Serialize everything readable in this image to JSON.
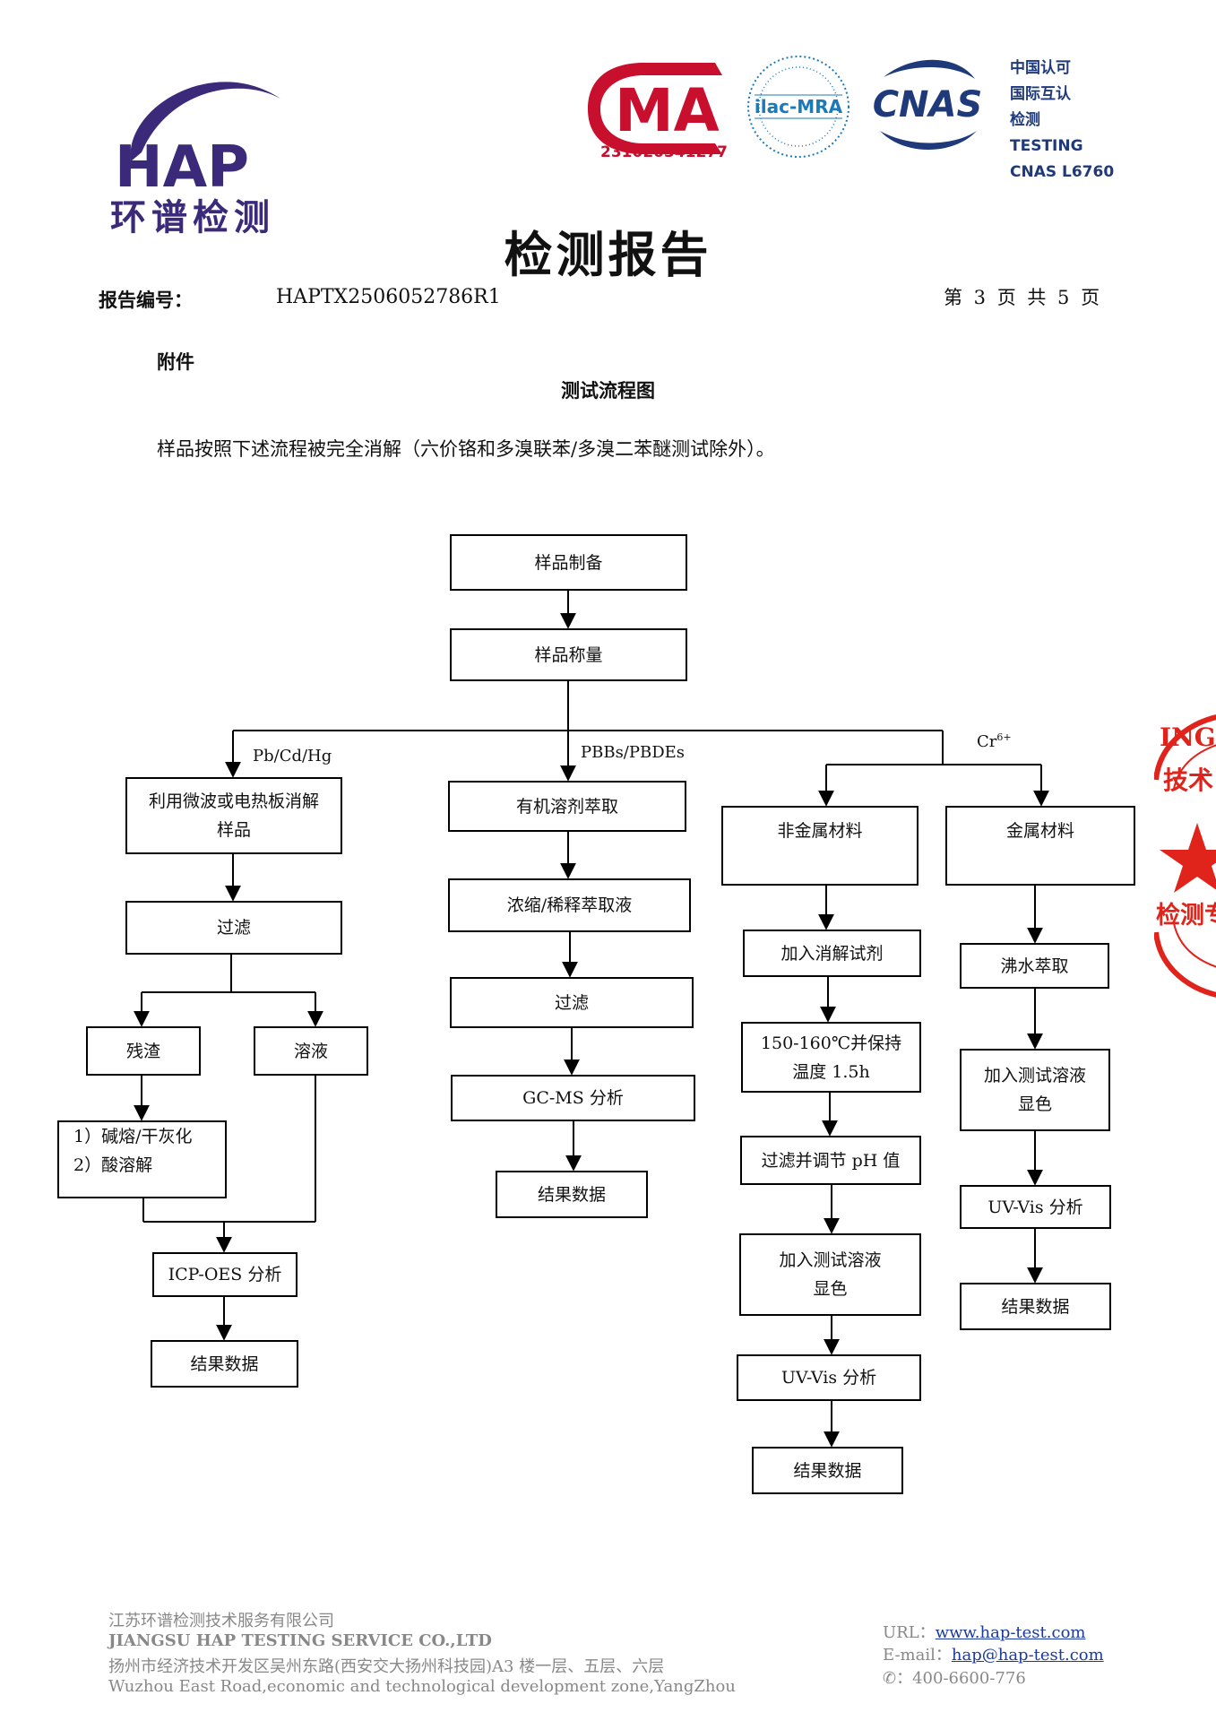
{
  "header": {
    "logo_text": "HAP",
    "logo_cn": "环谱检测",
    "cma_text": "MA",
    "cma_number": "231020341277",
    "ilac_text": "ilac-MRA",
    "cnas_text": "CNAS",
    "cert_lines": [
      "中国认可",
      "国际互认",
      "检测",
      "TESTING",
      "CNAS L6760"
    ],
    "title": "检测报告",
    "report_label": "报告编号：",
    "report_no": "HAPTX2506052786R1",
    "page_info": "第 3 页 共 5 页"
  },
  "section": {
    "appendix": "附件",
    "flow_title": "测试流程图",
    "intro": "样品按照下述流程被完全消解（六价铬和多溴联苯/多溴二苯醚测试除外）。"
  },
  "flow": {
    "prep": "样品制备",
    "weigh": "样品称量",
    "branch1_label": "Pb/Cd/Hg",
    "branch2_label": "PBBs/PBDEs",
    "branch3_label": "Cr",
    "branch3_sup": "6+",
    "b1": {
      "digest_l1": "利用微波或电热板消解",
      "digest_l2": "样品",
      "filter": "过滤",
      "residue": "残渣",
      "solution": "溶液",
      "step_l1": "1）碱熔/干灰化",
      "step_l2": "2）酸溶解",
      "icp": "ICP-OES 分析",
      "result": "结果数据"
    },
    "b2": {
      "extract": "有机溶剂萃取",
      "concentrate": "浓缩/稀释萃取液",
      "filter": "过滤",
      "gcms": "GC-MS 分析",
      "result": "结果数据"
    },
    "b3": {
      "nonmetal": "非金属材料",
      "add_reagent": "加入消解试剂",
      "heat_l1": "150-160℃并保持",
      "heat_l2": "温度 1.5h",
      "filter_ph": "过滤并调节 pH 值",
      "color_l1": "加入测试溶液",
      "color_l2": "显色",
      "uvvis": "UV-Vis 分析",
      "result": "结果数据"
    },
    "b4": {
      "metal": "金属材料",
      "boil": "沸水萃取",
      "color_l1": "加入测试溶液",
      "color_l2": "显色",
      "uvvis": "UV-Vis 分析",
      "result": "结果数据"
    }
  },
  "stamp": {
    "line1": "ING",
    "line2": "技术",
    "line3": "检测专"
  },
  "footer": {
    "company_cn": "江苏环谱检测技术服务有限公司",
    "company_en": "JIANGSU HAP TESTING SERVICE CO.,LTD",
    "address_cn": "扬州市经济技术开发区吴州东路(西安交大扬州科技园)A3 楼一层、五层、六层",
    "address_en": "Wuzhou East Road,economic and technological development zone,YangZhou",
    "url_label": "URL：",
    "url": "www.hap-test.com",
    "email_label": "E-mail：",
    "email": "hap@hap-test.com",
    "phone": "400-6600-776"
  },
  "colors": {
    "hap_purple": "#3b2a7a",
    "cma_red": "#c8102e",
    "cnas_blue": "#1f3a7a",
    "stamp_red": "#e0241c"
  }
}
